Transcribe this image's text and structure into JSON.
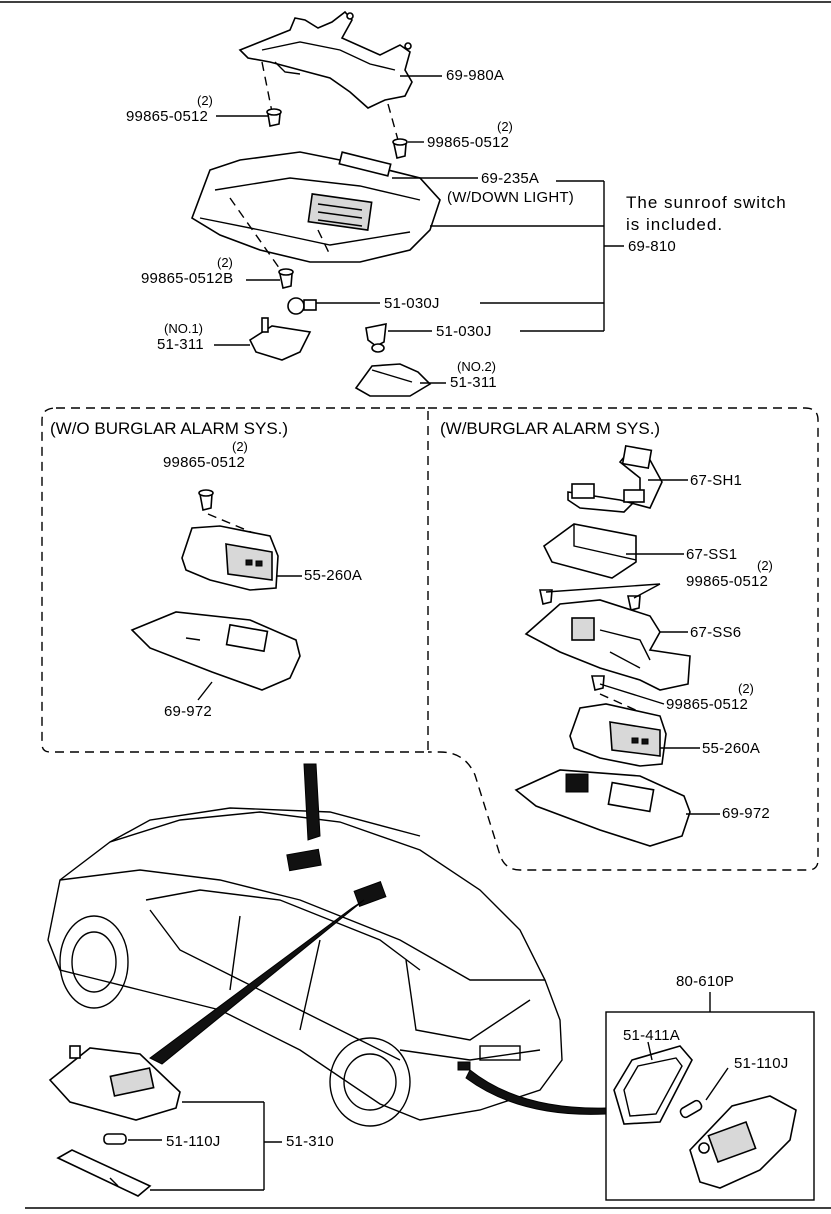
{
  "sections": {
    "wo_burglar_alarm": "(W/O BURGLAR ALARM SYS.)",
    "w_burglar_alarm": "(W/BURGLAR ALARM SYS.)"
  },
  "note": {
    "line1": "The sunroof switch",
    "line2": "is included."
  },
  "top": {
    "bracket": "69-980A",
    "screw_left_qty": "(2)",
    "screw_left": "99865-0512",
    "screw_right_qty": "(2)",
    "screw_right": "99865-0512",
    "console": "69-235A",
    "console_variant": "(W/DOWN LIGHT)",
    "assembly": "69-810",
    "screw_b_qty": "(2)",
    "screw_b": "99865-0512B",
    "bulb_1": "51-030J",
    "bulb_2": "51-030J",
    "lens_1_no": "(NO.1)",
    "lens_1": "51-311",
    "lens_2_no": "(NO.2)",
    "lens_2": "51-311"
  },
  "wo_alarm": {
    "screw_qty": "(2)",
    "screw": "99865-0512",
    "unit": "55-260A",
    "cover": "69-972"
  },
  "w_alarm": {
    "sensor_harness": "67-SH1",
    "sensor": "67-SS1",
    "screw_a_qty": "(2)",
    "screw_a": "99865-0512",
    "bracket": "67-SS6",
    "screw_b_qty": "(2)",
    "screw_b": "99865-0512",
    "unit": "55-260A",
    "cover": "69-972"
  },
  "bottom": {
    "kit": "80-610P",
    "lens": "51-411A",
    "bulb_kit": "51-110J",
    "bulb_map": "51-110J",
    "map_lamp": "51-310"
  }
}
